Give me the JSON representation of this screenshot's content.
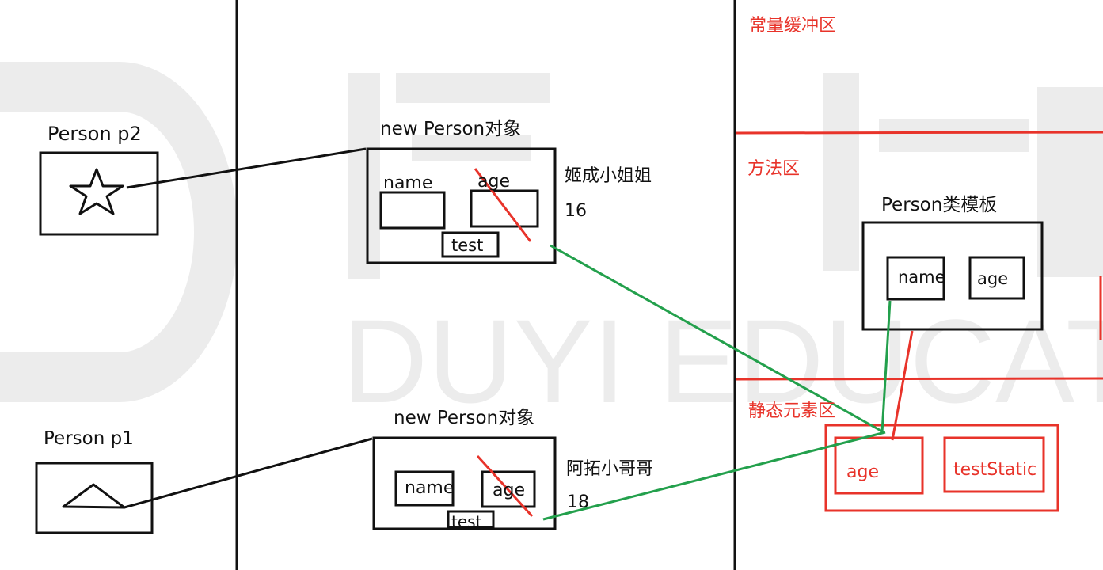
{
  "colors": {
    "ink": "#111111",
    "red": "#e8332a",
    "green": "#23a04c",
    "watermark": "#ececec"
  },
  "watermark": {
    "logo_letter": "D",
    "brand_text": "DUYI EDUCATIO"
  },
  "stack": {
    "p2": {
      "label": "Person p2",
      "icon": "star-icon"
    },
    "p1": {
      "label": "Person  p1",
      "icon": "triangle-icon"
    }
  },
  "heap": {
    "top_object": {
      "title": "new Person对象",
      "field_name": "name",
      "field_age": "age",
      "method": "test",
      "name_value": "姬成小姐姐",
      "age_value": "16"
    },
    "bottom_object": {
      "title": "new Person对象",
      "field_name": "name",
      "field_age": "age",
      "method": "test",
      "name_value": "阿拓小哥哥",
      "age_value": "18"
    }
  },
  "method_area": {
    "constant_pool_label": "常量缓冲区",
    "method_area_label": "方法区",
    "class_template": {
      "title": "Person类模板",
      "field_name": "name",
      "field_age": "age"
    },
    "static_area_label": "静态元素区",
    "static_fields": [
      "age",
      "testStatic"
    ]
  }
}
